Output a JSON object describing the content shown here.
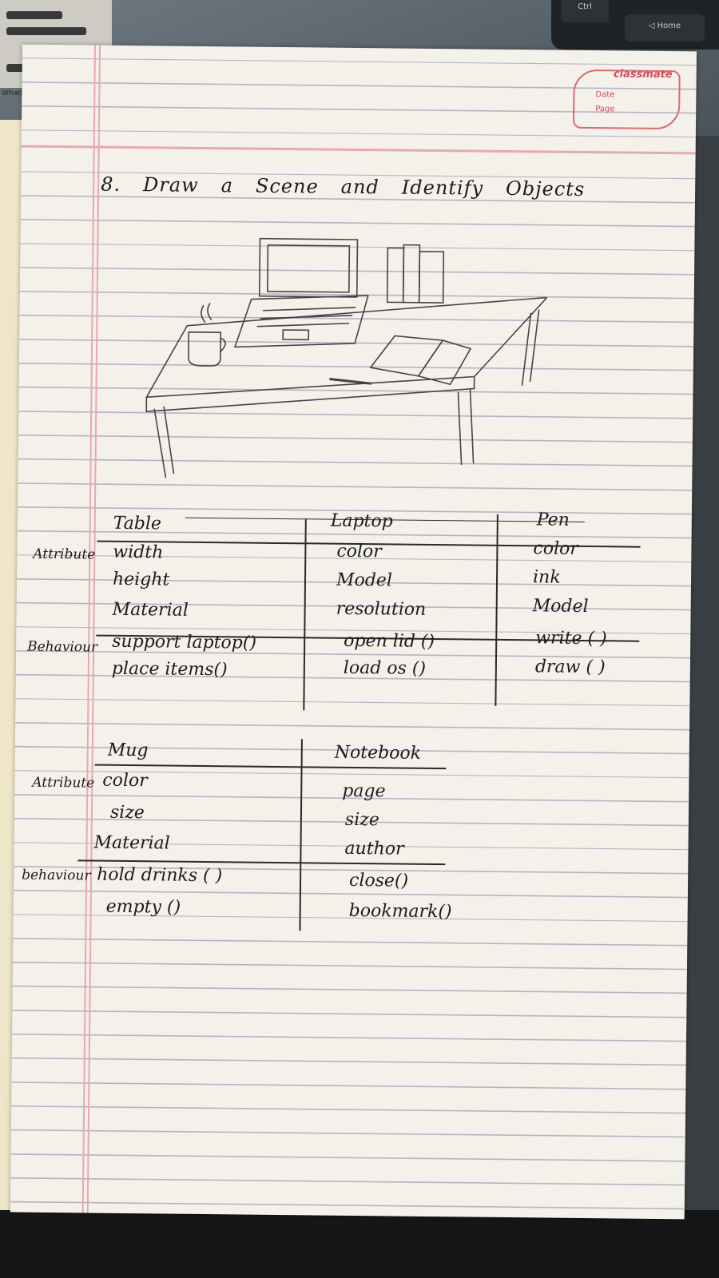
{
  "header": {
    "brand": "classmate",
    "date_label": "Date",
    "page_label": "Page"
  },
  "keyboard": {
    "key1": "Ctrl",
    "key2": "◁ Home"
  },
  "sticker_label": "WhatF",
  "title_words": [
    "8.",
    "Draw",
    "a",
    "Scene",
    "and",
    "Identify",
    "Objects"
  ],
  "table1": {
    "side_labels": [
      "Attribute",
      "Behaviour"
    ],
    "columns": [
      {
        "name": "Table",
        "attributes": [
          "width",
          "height",
          "Material"
        ],
        "behaviours": [
          "support laptop()",
          "place items()"
        ]
      },
      {
        "name": "Laptop",
        "attributes": [
          "color",
          "Model",
          "resolution"
        ],
        "behaviours": [
          "open lid ()",
          "load os ()"
        ]
      },
      {
        "name": "Pen",
        "attributes": [
          "color",
          "ink",
          "Model"
        ],
        "behaviours": [
          "write ( )",
          "draw ( )"
        ]
      }
    ]
  },
  "table2": {
    "side_labels": [
      "Attribute",
      "behaviour"
    ],
    "columns": [
      {
        "name": "Mug",
        "attributes": [
          "color",
          "size",
          "Material"
        ],
        "behaviours": [
          "hold drinks ( )",
          "empty ()"
        ]
      },
      {
        "name": "Notebook",
        "attributes": [
          "page",
          "size",
          "author"
        ],
        "behaviours": [
          "close()",
          "bookmark()"
        ]
      }
    ]
  }
}
